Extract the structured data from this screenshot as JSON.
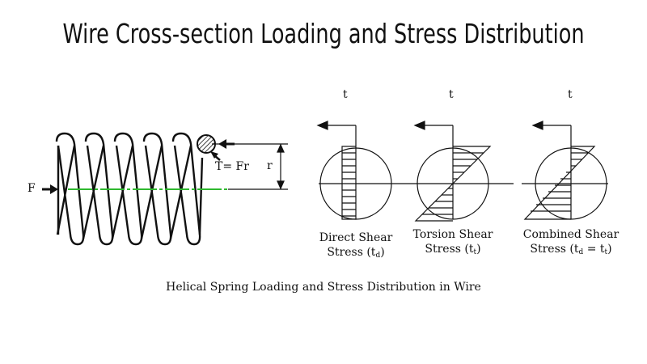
{
  "title": "Wire Cross-section Loading and Stress Distribution",
  "caption": "Helical Spring Loading and Stress Distribution in Wire",
  "spring": {
    "force_label": "F",
    "torque_label": "T= Fr",
    "radius_label": "r"
  },
  "panels": [
    {
      "axis_label": "t",
      "line1": "Direct Shear",
      "line2_prefix": "Stress (t",
      "line2_sub": "d",
      "line2_suffix": ")"
    },
    {
      "axis_label": "t",
      "line1": "Torsion Shear",
      "line2_prefix": "Stress (t",
      "line2_sub": "t",
      "line2_suffix": ")"
    },
    {
      "axis_label": "t",
      "line1": "Combined Shear",
      "line2_prefix": "Stress (t",
      "line2_sub": "d",
      "line2_mid": " = t",
      "line2_sub2": "t",
      "line2_suffix": ")"
    }
  ],
  "colors": {
    "axis_line": "#2eb82e",
    "ink": "#111111"
  }
}
